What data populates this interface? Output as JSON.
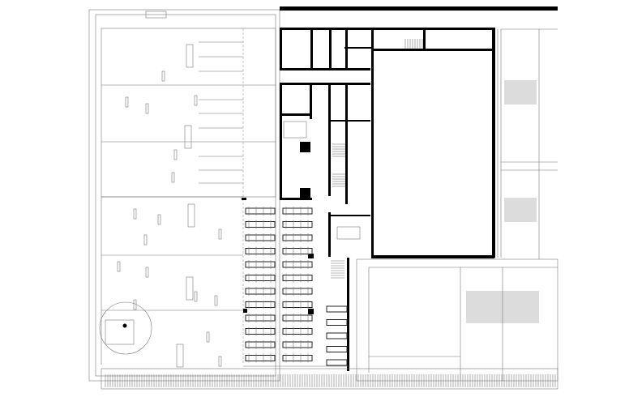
{
  "drawing": {
    "type": "architectural-floor-plan",
    "colors": {
      "wall": "#000000",
      "line": "#777777",
      "background": "#ffffff"
    },
    "table_grid": {
      "left_columns": 2,
      "rows": 12,
      "seats_per_side": 4,
      "east_block_rows": 5
    }
  }
}
